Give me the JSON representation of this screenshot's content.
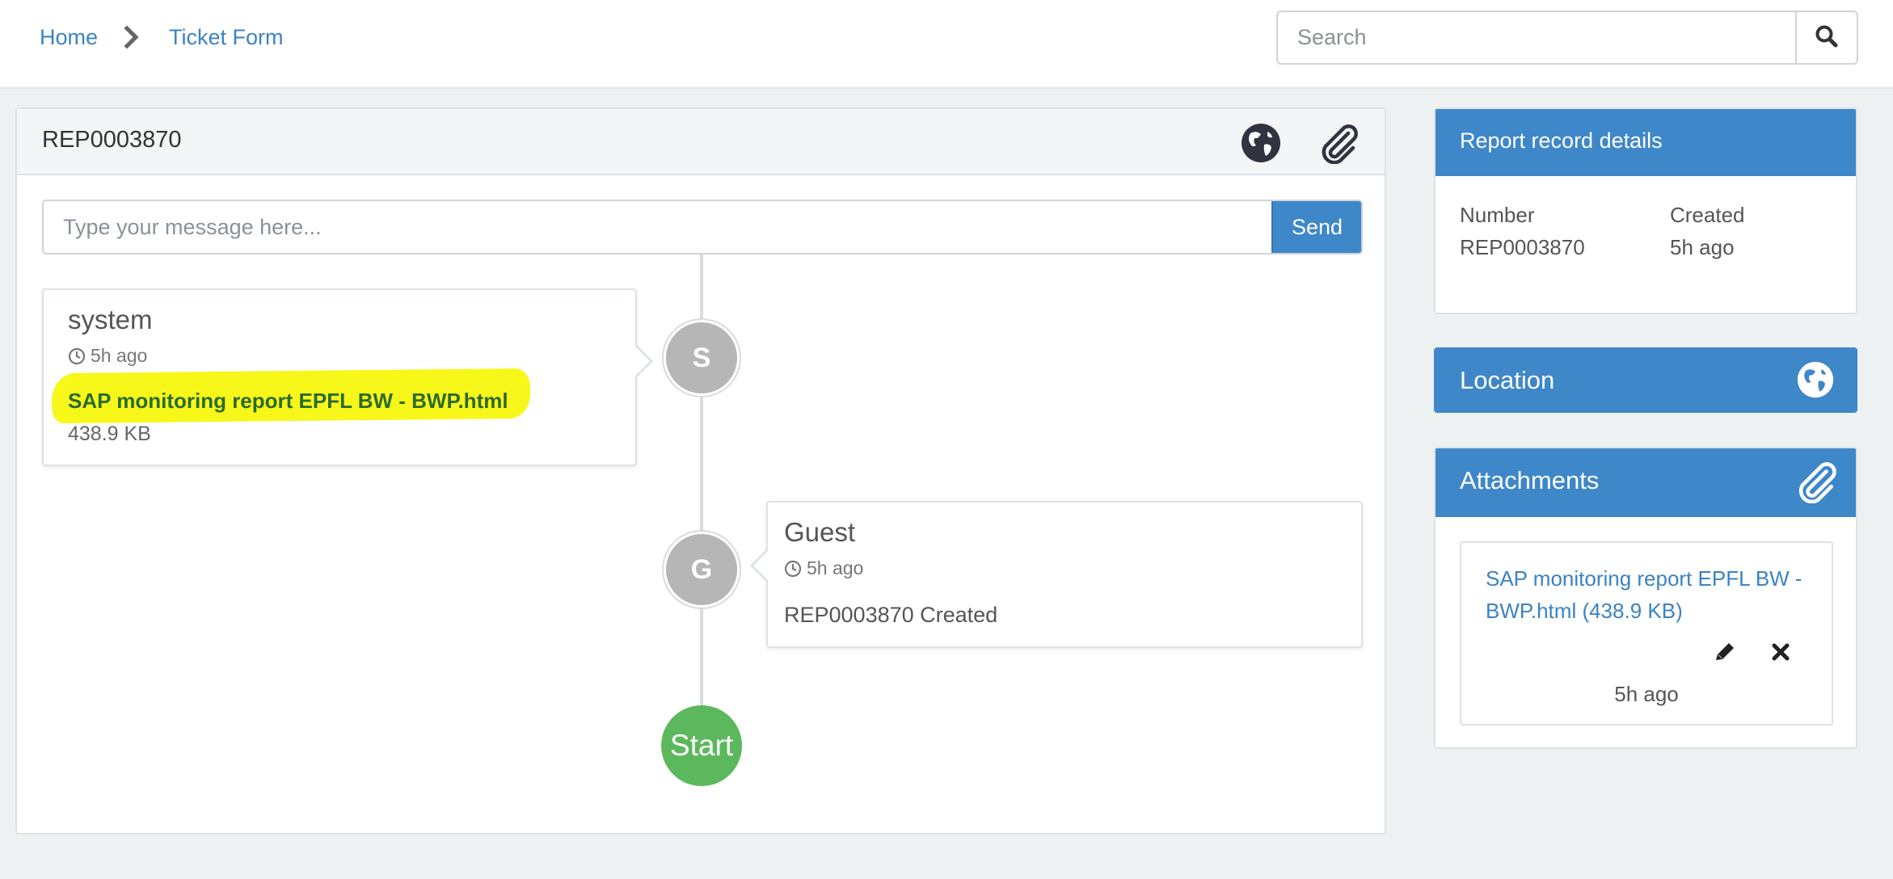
{
  "breadcrumb": {
    "home": "Home",
    "current": "Ticket Form"
  },
  "search": {
    "placeholder": "Search"
  },
  "ticket": {
    "number": "REP0003870"
  },
  "message": {
    "placeholder": "Type your message here...",
    "send_label": "Send"
  },
  "timeline": {
    "entries": [
      {
        "initial": "S",
        "author": "system",
        "time": "5h ago",
        "file_name": "SAP monitoring report EPFL BW - BWP.html",
        "file_size": "438.9 KB"
      },
      {
        "initial": "G",
        "author": "Guest",
        "time": "5h ago",
        "text": "REP0003870 Created"
      }
    ],
    "start_label": "Start"
  },
  "details": {
    "title": "Report record details",
    "number_label": "Number",
    "number_value": "REP0003870",
    "created_label": "Created",
    "created_value": "5h ago"
  },
  "location": {
    "title": "Location"
  },
  "attachments": {
    "title": "Attachments",
    "items": [
      {
        "name": "SAP monitoring report EPFL BW - BWP.html (438.9 KB)",
        "time": "5h ago"
      }
    ]
  },
  "colors": {
    "accent": "#3e87c9",
    "link": "#3b83c3",
    "start_node": "#5cb85c",
    "timeline_node": "#b6b6b6",
    "highlight": "#f7f71a"
  },
  "icons": [
    "chevron-right-icon",
    "search-icon",
    "globe-icon",
    "paperclip-icon",
    "clock-icon",
    "pencil-icon",
    "close-icon"
  ]
}
